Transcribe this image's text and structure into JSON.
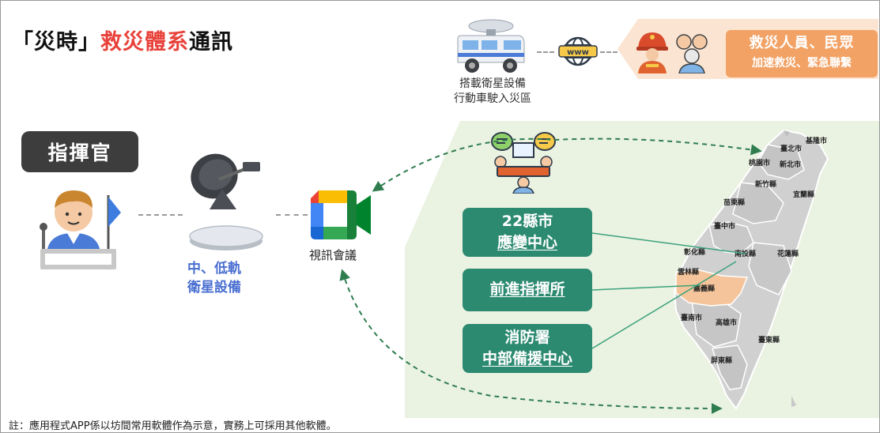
{
  "title": {
    "open": "「災時」",
    "highlight": "救災體系",
    "rest": "通訊"
  },
  "commander": {
    "label": "指揮官"
  },
  "satellite": {
    "line1": "中、低軌",
    "line2": "衛星設備"
  },
  "video_meeting": {
    "label": "視訊會議"
  },
  "van": {
    "line1": "搭載衛星設備",
    "line2": "行動車駛入災區"
  },
  "internet": {
    "label": "www"
  },
  "rescue_banner": {
    "title": "救災人員、民眾",
    "subtitle": "加速救災、緊急聯繫"
  },
  "centers": [
    {
      "line1": "22縣市",
      "line2": "應變中心"
    },
    {
      "line1": "前進指揮所"
    },
    {
      "line1": "消防署",
      "line2": "中部備援中心"
    }
  ],
  "map": {
    "highlight_color": "#f5c49a",
    "labels": {
      "keelung": "基隆市",
      "taipei": "臺北市",
      "new_taipei": "新北市",
      "taoyuan": "桃園市",
      "hsinchu": "新竹縣",
      "yilan": "宜蘭縣",
      "miaoli": "苗栗縣",
      "taichung": "臺中市",
      "changhua": "彰化縣",
      "nantou": "南投縣",
      "hualien": "花蓮縣",
      "yunlin": "雲林縣",
      "chiayi": "嘉義縣",
      "tainan": "臺南市",
      "kaohsiung": "高雄市",
      "taitung": "臺東縣",
      "pingtung": "屏東縣"
    }
  },
  "footnote": "註：應用程式APP係以坊間常用軟體作為示意，實務上可採用其他軟體。",
  "colors": {
    "accent_red": "#e8413a",
    "satellite_blue": "#4a6fd1",
    "center_green": "#2c8a70",
    "banner_orange": "#f2a265"
  }
}
